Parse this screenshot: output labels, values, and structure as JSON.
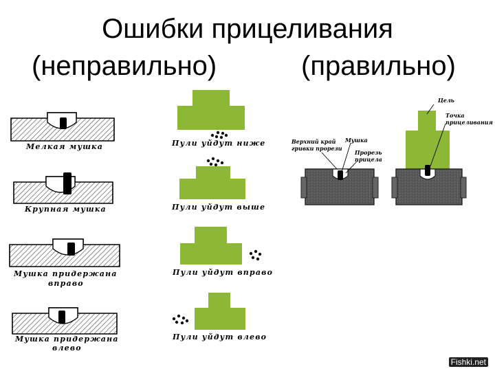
{
  "title": "Ошибки прицеливания",
  "subtitle_wrong": "(неправильно)",
  "subtitle_right": "(правильно)",
  "sight_labels": [
    {
      "main": "Мелкая мушка",
      "sub": ""
    },
    {
      "main": "Крупная мушка",
      "sub": ""
    },
    {
      "main": "Мушка придержана",
      "sub": "вправо"
    },
    {
      "main": "Мушка придержана",
      "sub": "влево"
    }
  ],
  "target_labels": [
    "Пули уйдут ниже",
    "Пули уйдут выше",
    "Пули уйдут вправо",
    "Пули уйдут влево"
  ],
  "annotations": {
    "target": "Цель",
    "aim_point": [
      "Точка",
      "прицеливания"
    ],
    "upper_edge": [
      "Верхний край",
      "гривки прорези"
    ],
    "front_sight": "Мушка",
    "rear_slot": [
      "Прорезь",
      "прицела"
    ]
  },
  "watermark": "Fishki.net",
  "colors": {
    "target_green": "#8cb836",
    "hatch": "#444444",
    "gun_grey": "#555555"
  }
}
